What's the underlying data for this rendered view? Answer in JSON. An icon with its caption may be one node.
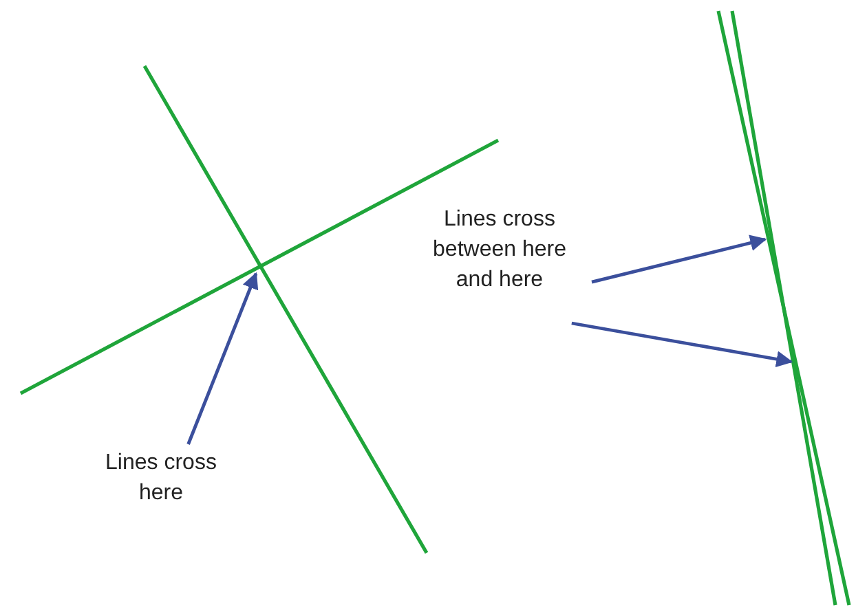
{
  "diagram": {
    "nodes": [
      {
        "text": [
          "Lines cross here"
        ]
      },
      {
        "text": [
          "Lines cross between here and here"
        ]
      }
    ],
    "edges": [
      {
        "from": 0,
        "to": null,
        "arrow": "to"
      },
      {
        "from": 1,
        "to": null,
        "arrow": "to"
      },
      {
        "from": 1,
        "to": null,
        "arrow": "to"
      }
    ]
  }
}
